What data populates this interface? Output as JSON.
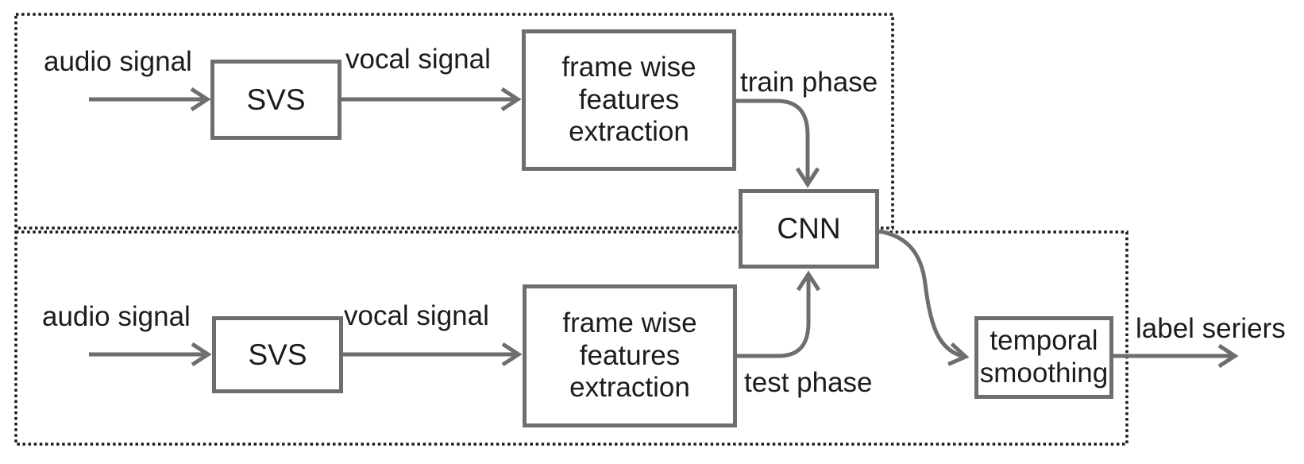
{
  "train_region": {
    "audio_signal": "audio signal",
    "svs": "SVS",
    "vocal_signal": "vocal signal",
    "features": "frame wise\nfeatures\nextraction",
    "phase_label": "train phase"
  },
  "test_region": {
    "audio_signal": "audio signal",
    "svs": "SVS",
    "vocal_signal": "vocal signal",
    "features": "frame wise\nfeatures\nextraction",
    "phase_label": "test phase"
  },
  "shared": {
    "cnn": "CNN",
    "temporal_smoothing": "temporal\nsmoothing",
    "output_label": "label seriers"
  },
  "colors": {
    "box_border": "#6e6e6e",
    "arrow": "#6e6e6e",
    "dashed_border": "#1a1a1a",
    "text": "#1c1c1c",
    "background": "#ffffff"
  }
}
